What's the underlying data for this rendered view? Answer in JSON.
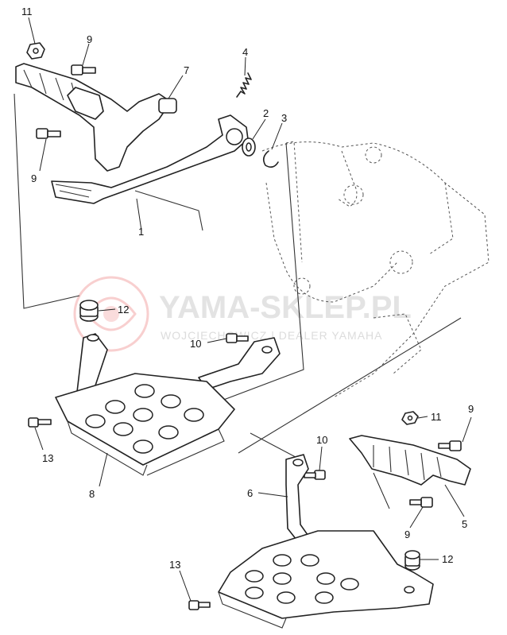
{
  "watermark": {
    "brand": "YAMA-SKLEP.PL",
    "dealer": "WOJCIECHOWICZ | DEALER YAMAHA",
    "logo_color": "#f2a8a8"
  },
  "callouts": {
    "c11_top": "11",
    "c9_top": "9",
    "c4": "4",
    "c7": "7",
    "c2": "2",
    "c3": "3",
    "c9_left": "9",
    "c1": "1",
    "c12_left": "12",
    "c10_left": "10",
    "c13_left": "13",
    "c8": "8",
    "c11_right": "11",
    "c9_right": "9",
    "c10_right": "10",
    "c6": "6",
    "c5": "5",
    "c9_bottom": "9",
    "c12_right": "12",
    "c13_bottom": "13"
  }
}
